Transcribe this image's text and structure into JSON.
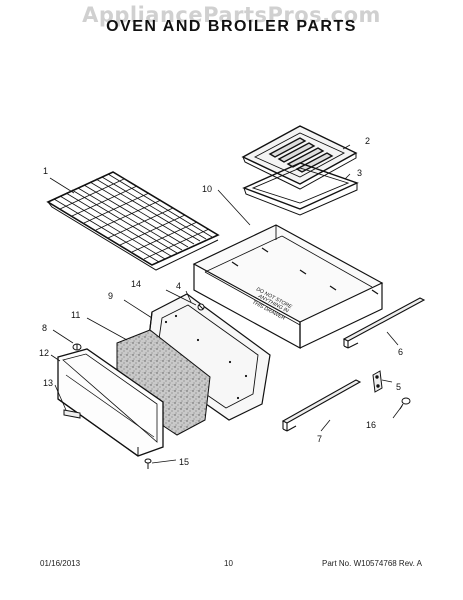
{
  "watermark": "AppliancePartsPros.com",
  "title": "OVEN AND BROILER PARTS",
  "callouts": {
    "c1": "1",
    "c2": "2",
    "c3": "3",
    "c4": "4",
    "c5": "5",
    "c6": "6",
    "c7": "7",
    "c8": "8",
    "c9": "9",
    "c10": "10",
    "c11": "11",
    "c12": "12",
    "c13": "13",
    "c14": "14",
    "c15": "15",
    "c16": "16"
  },
  "drawer_label": {
    "line1": "DO NOT STORE",
    "line2": "ANYTHING IN",
    "line3": "THIS DRAWER"
  },
  "footer": {
    "date": "01/16/2013",
    "page": "10",
    "part": "Part No. W10574768  Rev. A"
  }
}
